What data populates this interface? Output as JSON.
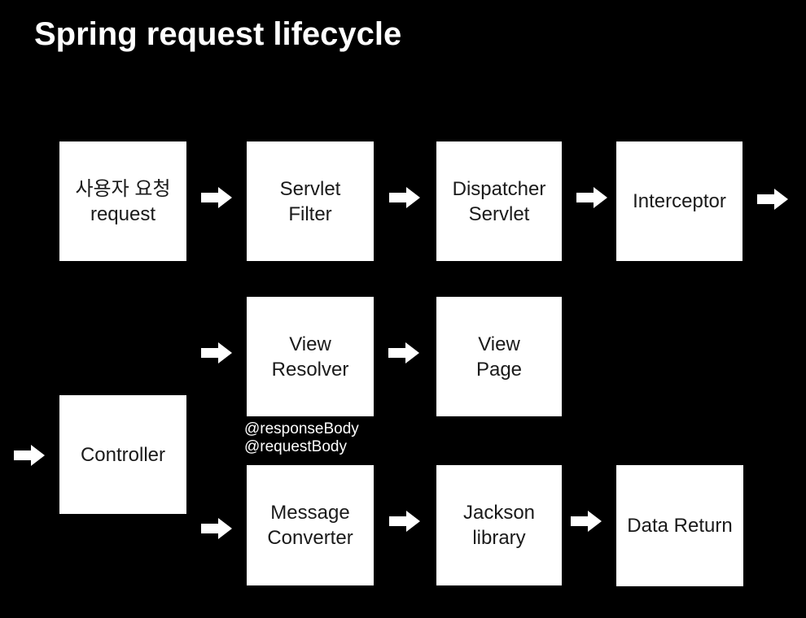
{
  "title": "Spring request lifecycle",
  "nodes": {
    "user_request": {
      "line1": "사용자 요청",
      "line2": "request"
    },
    "servlet_filter": {
      "line1": "Servlet",
      "line2": "Filter"
    },
    "dispatcher_servlet": {
      "line1": "Dispatcher",
      "line2": "Servlet"
    },
    "interceptor": {
      "line1": "Interceptor"
    },
    "view_resolver": {
      "line1": "View",
      "line2": "Resolver"
    },
    "view_page": {
      "line1": "View",
      "line2": "Page"
    },
    "controller": {
      "line1": "Controller"
    },
    "message_converter": {
      "line1": "Message",
      "line2": "Converter"
    },
    "jackson_library": {
      "line1": "Jackson",
      "line2": "library"
    },
    "data_return": {
      "line1": "Data Return"
    }
  },
  "annotations": {
    "response_body": "@responseBody",
    "request_body": "@requestBody"
  },
  "flow": [
    "user_request -> servlet_filter",
    "servlet_filter -> dispatcher_servlet",
    "dispatcher_servlet -> interceptor",
    "interceptor -> (right edge, wraps to controller)",
    "(left edge) -> controller",
    "controller -> view_resolver",
    "view_resolver -> view_page",
    "controller -> message_converter",
    "message_converter -> jackson_library",
    "jackson_library -> data_return"
  ],
  "colors": {
    "background": "#000000",
    "box_fill": "#ffffff",
    "box_text": "#1a1a1a",
    "arrow": "#ffffff",
    "title_text": "#ffffff",
    "annotation_text": "#ffffff"
  }
}
